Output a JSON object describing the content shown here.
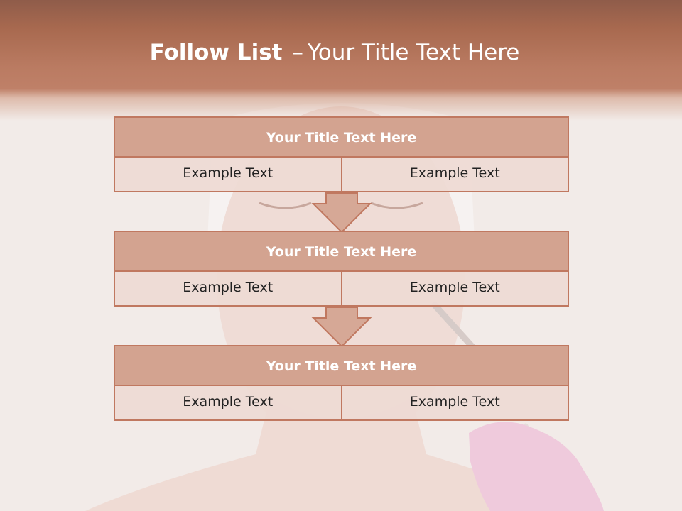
{
  "slide": {
    "title_bold": "Follow List",
    "title_separator": "–",
    "title_rest": "Your Title Text Here"
  },
  "blocks": [
    {
      "title": "Your Title Text Here",
      "cells": [
        "Example Text",
        "Example Text"
      ]
    },
    {
      "title": "Your Title Text Here",
      "cells": [
        "Example Text",
        "Example Text"
      ]
    },
    {
      "title": "Your Title Text Here",
      "cells": [
        "Example Text",
        "Example Text"
      ]
    }
  ],
  "colors": {
    "header_band": "#b57560",
    "block_title_fill": "#d3a390",
    "block_border": "#c07860",
    "cell_fill": "#eedad4",
    "arrow_fill": "#d6a896"
  },
  "icons": [
    "down-arrow-icon",
    "down-arrow-icon"
  ]
}
